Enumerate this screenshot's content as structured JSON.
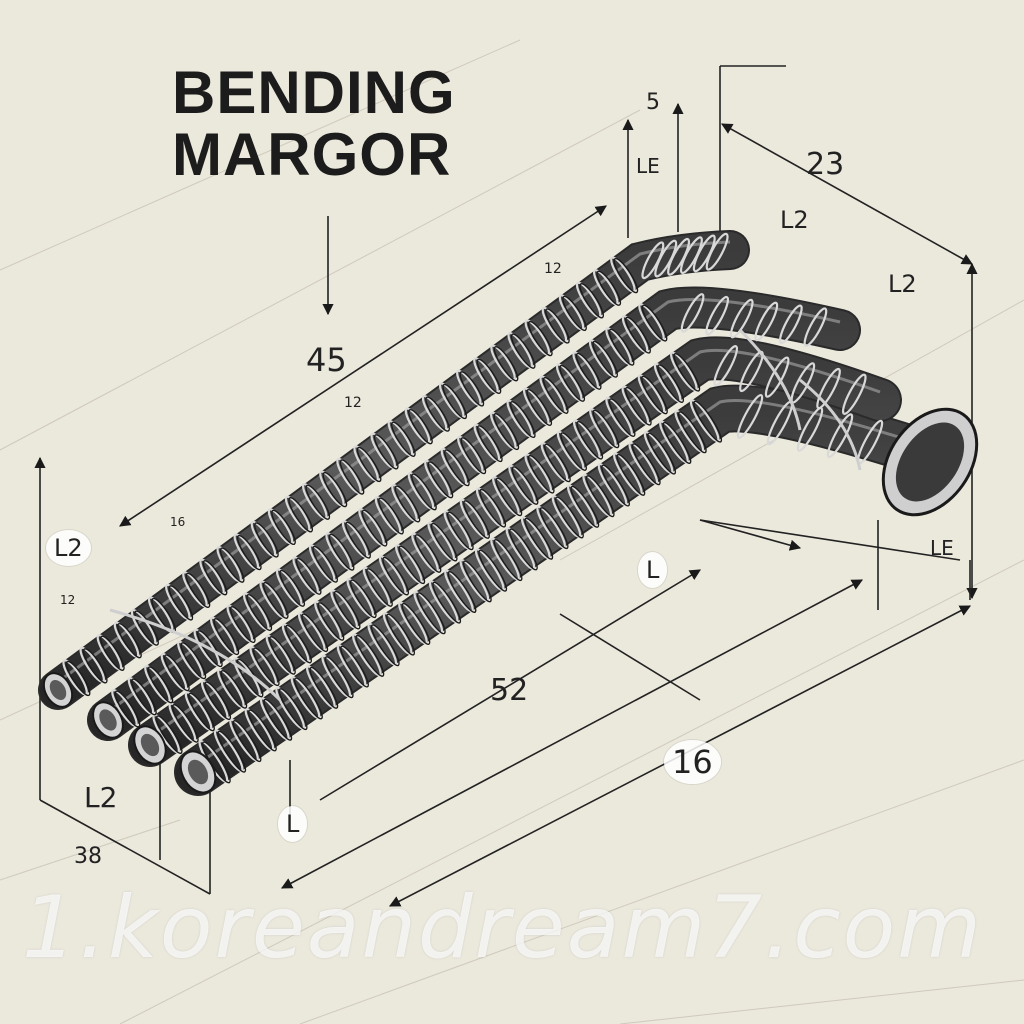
{
  "title": {
    "line1": "BENDING",
    "line2": "MARGOR"
  },
  "labels": {
    "top_5": "5",
    "top_le": "LE",
    "top_23": "23",
    "top_l2": "L2",
    "right_l2": "L2",
    "small_12": "12",
    "center_45": "45",
    "small_12b": "12",
    "left_l2": "L2",
    "tiny_16": "16",
    "tiny_12c": "12",
    "mid_l": "L",
    "mid_52": "52",
    "right_le": "LE",
    "bottom_16": "16",
    "bottom_l": "L",
    "bottom_l2": "L2",
    "bottom_38": "38"
  },
  "watermark": "1.koreandream7.com"
}
